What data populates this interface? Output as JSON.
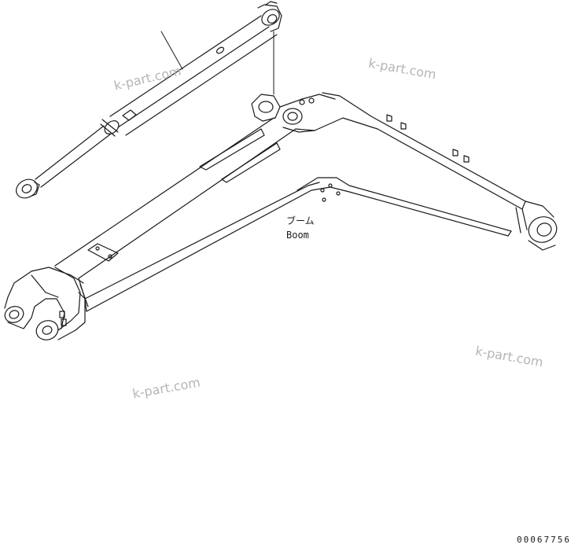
{
  "part": {
    "label_jp": "ブーム",
    "label_en": "Boom"
  },
  "watermarks": [
    "k-part.com",
    "k-part.com",
    "k-part.com",
    "k-part.com"
  ],
  "document_number": "00067756",
  "colors": {
    "line": "#1a1a1a",
    "watermark": "#b5b5b5"
  }
}
